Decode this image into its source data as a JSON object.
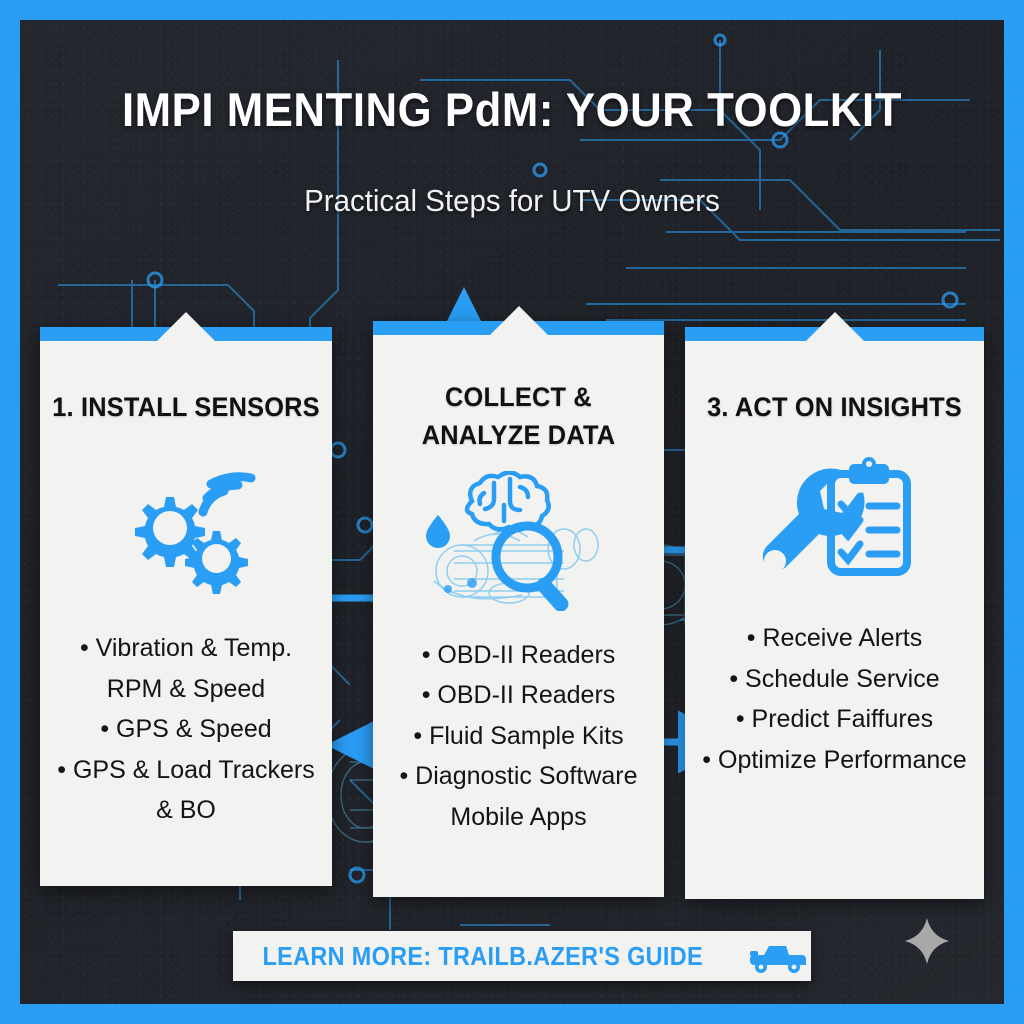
{
  "theme": {
    "accent": "#2a9df4",
    "frame_color": "#2a9df4",
    "background": "#22252b",
    "card_background": "#f2f2f0",
    "title_color": "#ffffff",
    "body_text_color": "#141414"
  },
  "header": {
    "title": "IMPI MENTING PdM: YOUR TOOLKIT",
    "subtitle": "Practical Steps for UTV Owners"
  },
  "cards": [
    {
      "title": "1. INSTALL SENSORS",
      "icon": "gears-wifi-sensor-icon",
      "bullets": [
        "• Vibration & Temp.",
        "RPM & Speed",
        "• GPS & Speed",
        "• GPS & Load Trackers",
        "& BO"
      ]
    },
    {
      "title_line1": "COLLECT &",
      "title_line2": "ANALYZE DATA",
      "icon": "brain-magnifier-engine-icon",
      "bullets": [
        "• OBD-II Readers",
        "• OBD-II Readers",
        "• Fluid Sample Kits",
        "• Diagnostic Software",
        "Mobile Apps"
      ]
    },
    {
      "title": "3. ACT ON INSIGHTS",
      "icon": "wrench-clipboard-checklist-icon",
      "bullets": [
        "• Receive Alerts",
        "• Schedule Service",
        "• Predict Faiffures",
        "• Optimize Performance"
      ]
    }
  ],
  "banner": {
    "text": "LEARN MORE: TRAILB.AZER'S GUIDE",
    "icon": "utv-vehicle-icon"
  },
  "decorations": {
    "sparkle": "sparkle-icon",
    "flow_arrows": [
      "arrow-up-above-card-2",
      "arrow-double-card1-card2",
      "arrow-double-card2-card3",
      "arrow-left-into-card1",
      "arrow-right-into-card3",
      "arrow-feedback-loop"
    ]
  }
}
